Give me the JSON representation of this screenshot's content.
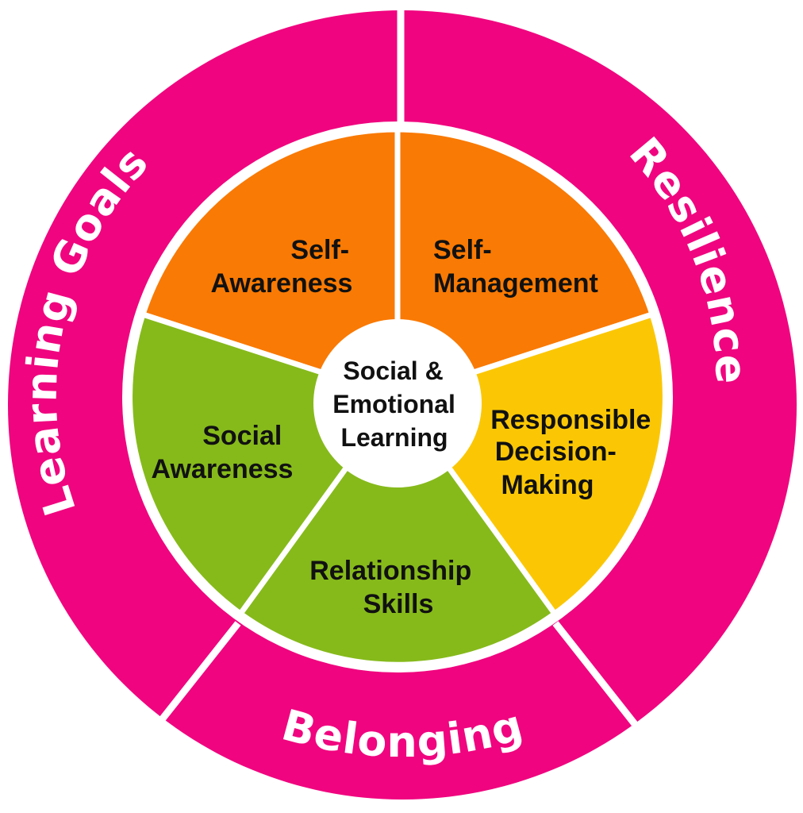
{
  "colors": {
    "outer_ring": "#f0047f",
    "divider": "#ffffff",
    "orange": "#f97a04",
    "yellow": "#fbc705",
    "green": "#86ba1b",
    "center": "#ffffff"
  },
  "outer_ring": {
    "learning_goals": "Learning Goals",
    "resilience": "Resilience",
    "belonging": "Belonging"
  },
  "inner_segments": {
    "self_awareness": {
      "line1": "Self-",
      "line2": "Awareness",
      "color": "orange"
    },
    "self_management": {
      "line1": "Self-",
      "line2": "Management",
      "color": "orange"
    },
    "responsible_decision_making": {
      "line1": "Responsible",
      "line2": "Decision-",
      "line3": "Making",
      "color": "yellow"
    },
    "relationship_skills": {
      "line1": "Relationship",
      "line2": "Skills",
      "color": "green"
    },
    "social_awareness": {
      "line1": "Social",
      "line2": "Awareness",
      "color": "green"
    }
  },
  "center": {
    "line1": "Social &",
    "line2": "Emotional",
    "line3": "Learning"
  }
}
